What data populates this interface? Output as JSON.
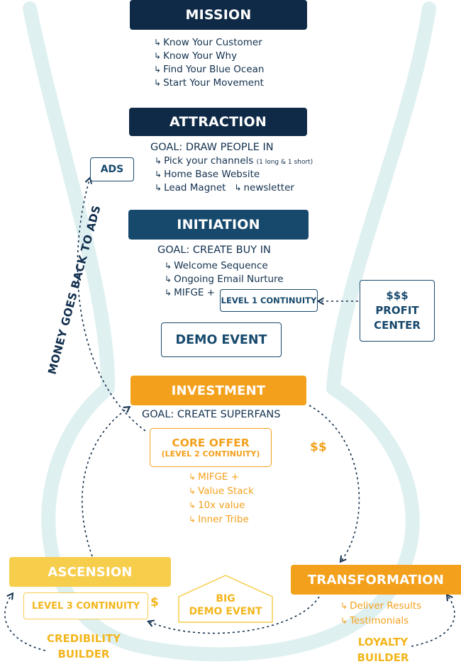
{
  "mission": {
    "title": "MISSION",
    "items": [
      "Know Your Customer",
      "Know Your Why",
      "Find Your Blue Ocean",
      "Start Your Movement"
    ]
  },
  "attraction": {
    "title": "ATTRACTION",
    "goal": "GOAL: DRAW PEOPLE IN",
    "channels": "Pick your channels",
    "channels_note": "(1 long & 1 short)",
    "website": "Home Base Website",
    "lead_magnet": "Lead Magnet",
    "newsletter": "newsletter"
  },
  "ads": "ADS",
  "money_back": "MONEY GOES BACK TO ADS",
  "initiation": {
    "title": "INITIATION",
    "goal": "GOAL: CREATE BUY IN",
    "items": [
      "Welcome Sequence",
      "Ongoing Email Nurture"
    ],
    "mifge": "MIFGE +",
    "level1": "LEVEL 1 CONTINUITY"
  },
  "profit_center": {
    "line1": "$$$",
    "line2": "PROFIT",
    "line3": "CENTER"
  },
  "demo_event": "DEMO EVENT",
  "investment": {
    "title": "INVESTMENT",
    "goal": "GOAL: CREATE SUPERFANS",
    "core_offer": "CORE OFFER",
    "core_sub": "(LEVEL 2 CONTINUITY)",
    "dollars": "$$",
    "items": [
      "MIFGE +",
      "Value Stack",
      "10x value",
      "Inner Tribe"
    ]
  },
  "ascension": {
    "title": "ASCENSION",
    "level3": "LEVEL 3 CONTINUITY",
    "dollar": "$",
    "credibility_1": "CREDIBILITY",
    "credibility_2": "BUILDER"
  },
  "big_demo": {
    "line1": "BIG",
    "line2": "DEMO EVENT"
  },
  "transformation": {
    "title": "TRANSFORMATION",
    "items": [
      "Deliver Results",
      "Testimonials"
    ],
    "loyalty_1": "LOYALTY",
    "loyalty_2": "BUILDER"
  },
  "colors": {
    "navy": "#0f2a47",
    "teal": "#17496d",
    "orange": "#f3a11d",
    "yellow": "#f7cd4c",
    "funnel": "#dff0f1"
  }
}
